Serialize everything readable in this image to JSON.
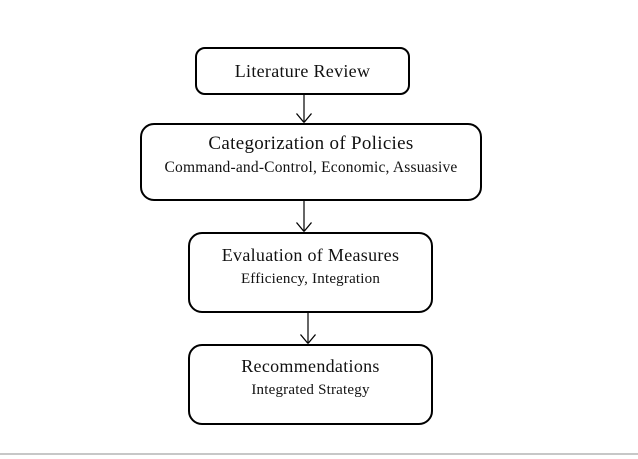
{
  "diagram": {
    "nodes": [
      {
        "title": "Literature Review"
      },
      {
        "title": "Categorization of Policies",
        "subtitle": "Command-and-Control, Economic, Assuasive"
      },
      {
        "title": "Evaluation of Measures",
        "subtitle": "Efficiency, Integration"
      },
      {
        "title": "Recommendations",
        "subtitle": "Integrated Strategy"
      }
    ],
    "connectors": [
      {
        "from": "Literature Review",
        "to": "Categorization of Policies",
        "type": "arrow-down"
      },
      {
        "from": "Categorization of Policies",
        "to": "Evaluation of Measures",
        "type": "arrow-down"
      },
      {
        "from": "Evaluation of Measures",
        "to": "Recommendations",
        "type": "arrow-down"
      }
    ],
    "colors": {
      "node_border": "#000000",
      "node_fill": "#ffffff",
      "text": "#111111",
      "divider": "#c7c7c7"
    }
  }
}
